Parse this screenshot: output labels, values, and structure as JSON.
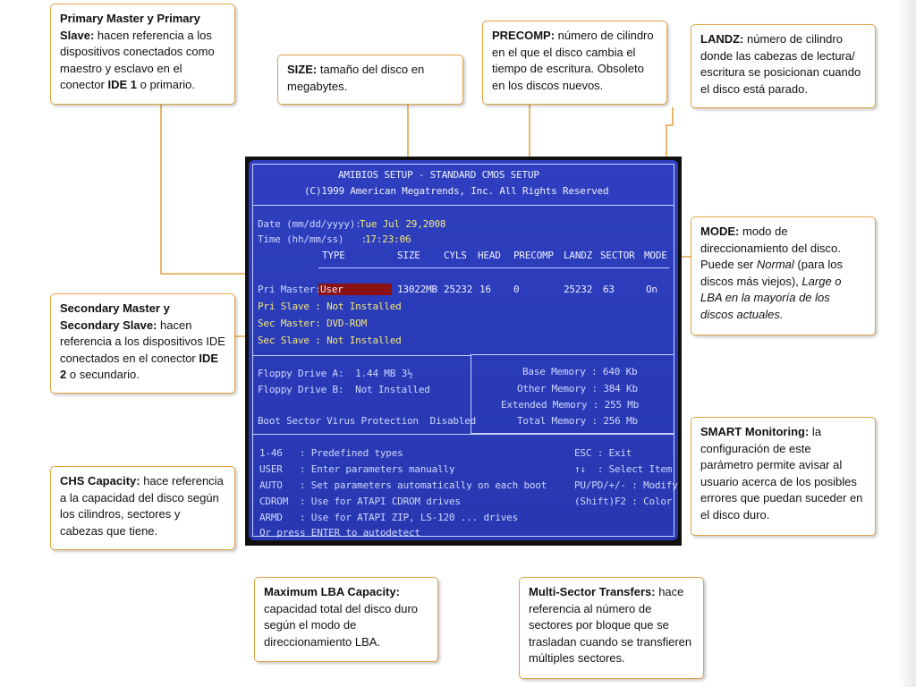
{
  "callouts": {
    "primary": {
      "title": "Primary Master y Primary Slave:",
      "text": " hacen referencia a los dispositivos conectados como maestro y esclavo en el conector ",
      "bold2": "IDE 1",
      "text2": " o primario."
    },
    "size": {
      "title": "SIZE:",
      "text": " tamaño del disco en megabytes."
    },
    "precomp": {
      "title": "PRECOMP:",
      "text": " número de cilindro en el que el disco cambia el tiempo de escritura. Obsoleto en los discos nuevos."
    },
    "landz": {
      "title": "LANDZ:",
      "text": " número de cilindro donde las cabezas de lectura/ escritura se posicionan cuando el disco está parado."
    },
    "mode": {
      "title": "MODE:",
      "text": " modo de direccionamiento del disco. Puede ser ",
      "italic1": "Normal",
      "text2": " (para los discos más viejos), ",
      "italic2": "Large o LBA en la mayoría de los discos actuales."
    },
    "secondary": {
      "title": "Secondary Master y Secondary Slave:",
      "text": " hacen referencia a los dispositivos IDE conectados en el conector ",
      "bold2": "IDE 2",
      "text2": " o secundario."
    },
    "smart": {
      "title": "SMART Monitoring:",
      "text": " la configuración de este parámetro permite avisar al usuario acerca de los posibles errores que puedan suceder en el disco duro."
    },
    "chs": {
      "title": "CHS Capacity:",
      "text": " hace referencia a la capacidad del disco según los cilindros, sectores y cabezas que tiene."
    },
    "lba": {
      "title": "Maximum LBA Capacity:",
      "text": " capacidad total del disco duro según el modo de direccionamiento LBA."
    },
    "multisector": {
      "title": "Multi-Sector Transfers:",
      "text": " hace referencia al número de sectores por bloque que se trasladan cuando se transfieren múltiples sectores."
    }
  },
  "bios": {
    "title1": "AMIBIOS SETUP - STANDARD CMOS SETUP",
    "title2": "(C)1999 American Megatrends, Inc. All Rights Reserved",
    "date_label": "Date (mm/dd/yyyy): ",
    "date_value": "Tue Jul 29,2008",
    "time_label": "Time (hh/mm/ss)   : ",
    "time_value": "17:23:06",
    "headers": {
      "type": "TYPE",
      "size": "SIZE",
      "cyls": "CYLS",
      "head": "HEAD",
      "precomp": "PRECOMP",
      "landz": "LANDZ",
      "sector": "SECTOR",
      "mode": "MODE"
    },
    "pri_master": {
      "label": "Pri Master: ",
      "type": "User",
      "size": "13022MB",
      "cyls": "25232",
      "head": "16",
      "precomp": "0",
      "landz": "25232",
      "sector": "63",
      "mode": "On"
    },
    "pri_slave": "Pri Slave : Not Installed",
    "sec_master": "Sec Master: DVD-ROM",
    "sec_slave": "Sec Slave : Not Installed",
    "floppy_a": "Floppy Drive A:  1.44 MB 3½",
    "floppy_b": "Floppy Drive B:  Not Installed",
    "boot_sector": "Boot Sector Virus Protection  Disabled",
    "memory": {
      "base": "Base Memory : 640 Kb",
      "other": "Other Memory : 384 Kb",
      "extended": "Extended Memory : 255 Mb",
      "total": "Total Memory : 256 Mb"
    },
    "help": [
      "1-46   : Predefined types",
      "USER   : Enter parameters manually",
      "AUTO   : Set parameters automatically on each boot",
      "CDROM  : Use for ATAPI CDROM drives",
      "ARMD   : Use for ATAPI ZIP, LS-120 ... drives",
      "Or press ENTER to autodetect"
    ],
    "keys": [
      "ESC : Exit",
      "↑↓  : Select Item",
      "PU/PD/+/- : Modify",
      "(Shift)F2 : Color"
    ]
  }
}
